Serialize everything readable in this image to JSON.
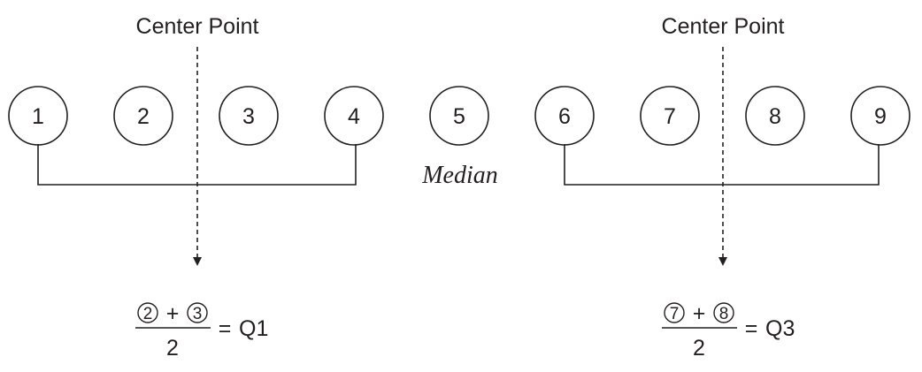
{
  "labels": {
    "center_point_left": "Center Point",
    "center_point_right": "Center Point",
    "median": "Median"
  },
  "circles": [
    "1",
    "2",
    "3",
    "4",
    "5",
    "6",
    "7",
    "8",
    "9"
  ],
  "formula_q1": {
    "operand_a": "2",
    "operator": "+",
    "operand_b": "3",
    "denominator": "2",
    "equals": "=",
    "result": "Q1"
  },
  "formula_q3": {
    "operand_a": "7",
    "operator": "+",
    "operand_b": "8",
    "denominator": "2",
    "equals": "=",
    "result": "Q3"
  },
  "colors": {
    "stroke": "#231f20",
    "text": "#231f20",
    "background": "#ffffff"
  }
}
